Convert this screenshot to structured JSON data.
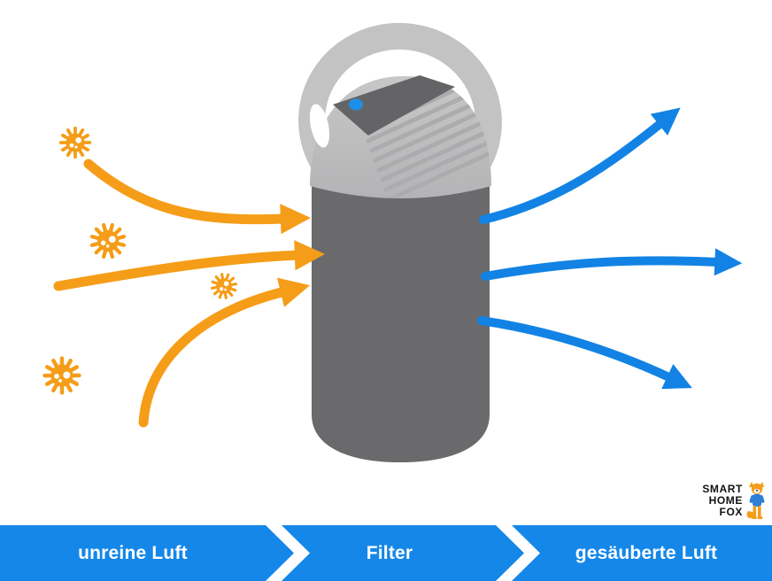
{
  "banner": {
    "steps": [
      {
        "label": "unreine Luft"
      },
      {
        "label": "Filter"
      },
      {
        "label": "gesäuberte Luft"
      }
    ]
  },
  "logo": {
    "lines": [
      "SMART",
      "HOME",
      "FOX"
    ]
  },
  "diagram": {
    "device": "portable air purifier, gray cylinder with carry handle, blue power LED and air vents on top",
    "dirty_air_arrow_count": 3,
    "clean_air_arrow_count": 3,
    "virus_particle_count": 4
  },
  "colors": {
    "orange": "#F59D18",
    "arrow_blue": "#1283E4",
    "banner_blue": "#1487E9",
    "body_gray": "#6A6A6D",
    "cap_gray": "#C3C3C4",
    "stripe_gray": "#ACACAE",
    "panel_gray": "#646467",
    "led_blue": "#1E8FE8"
  }
}
